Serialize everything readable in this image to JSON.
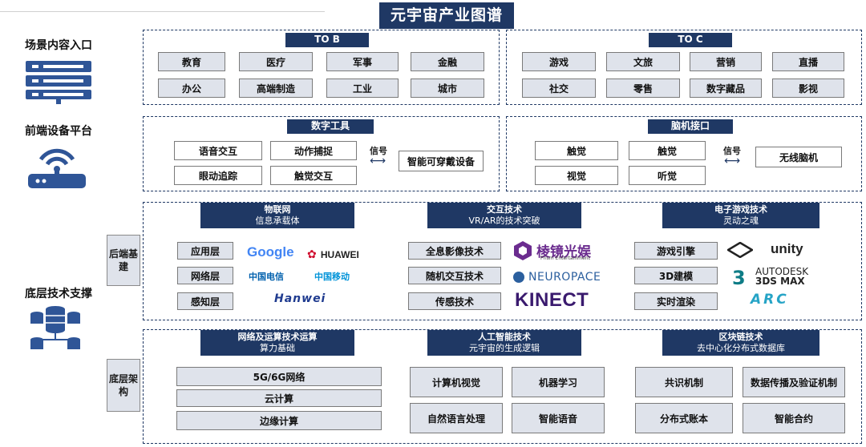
{
  "title": "元宇宙产业图谱",
  "left_labels": {
    "scene": "场景内容入口",
    "device": "前端设备平台",
    "tech": "底层技术支撑"
  },
  "side_tags": {
    "backend": "后端基建",
    "base": "底层架构"
  },
  "tob": {
    "header": "TO B",
    "items": [
      "教育",
      "医疗",
      "军事",
      "金融",
      "办公",
      "高端制造",
      "工业",
      "城市"
    ]
  },
  "toc": {
    "header": "TO C",
    "items": [
      "游戏",
      "文旅",
      "营销",
      "直播",
      "社交",
      "零售",
      "数字藏品",
      "影视"
    ]
  },
  "digital_tools": {
    "header": "数字工具",
    "items": [
      "语音交互",
      "动作捕捉",
      "眼动追踪",
      "触觉交互"
    ],
    "signal": "信号",
    "target": "智能可穿戴设备"
  },
  "bci": {
    "header": "脑机接口",
    "items": [
      "触觉",
      "触觉",
      "视觉",
      "听觉"
    ],
    "signal": "信号",
    "target": "无线脑机"
  },
  "iot": {
    "title": "物联网",
    "subtitle": "信息承载体",
    "layers": [
      "应用层",
      "网络层",
      "感知层"
    ],
    "logos": [
      "Google",
      "HUAWEI",
      "中国电信",
      "中国移动",
      "Hanwei"
    ]
  },
  "interaction": {
    "title": "交互技术",
    "subtitle": "VR/AR的技术突破",
    "items": [
      "全息影像技术",
      "随机交互技术",
      "传感技术"
    ],
    "logos": [
      "棱镜光娱",
      "Prism Entertainment",
      "NEUROPACE",
      "KINECT"
    ]
  },
  "game_tech": {
    "title": "电子游戏技术",
    "subtitle": "灵动之魂",
    "items": [
      "游戏引擎",
      "3D建模",
      "实时渲染"
    ],
    "logos": [
      "unity",
      "AUTODESK",
      "3DS MAX",
      "ARC"
    ]
  },
  "network": {
    "title": "网络及运算技术运算",
    "subtitle": "算力基础",
    "items": [
      "5G/6G网络",
      "云计算",
      "边缘计算"
    ]
  },
  "ai": {
    "title": "人工智能技术",
    "subtitle": "元宇宙的生成逻辑",
    "items": [
      "计算机视觉",
      "机器学习",
      "自然语言处理",
      "智能语音"
    ]
  },
  "blockchain": {
    "title": "区块链技术",
    "subtitle": "去中心化分布式数据库",
    "items": [
      "共识机制",
      "数据传播及验证机制",
      "分布式账本",
      "智能合约"
    ]
  },
  "colors": {
    "navy": "#1f3864",
    "box_fill": "#dfe3eb",
    "icon_blue": "#2f5597"
  }
}
